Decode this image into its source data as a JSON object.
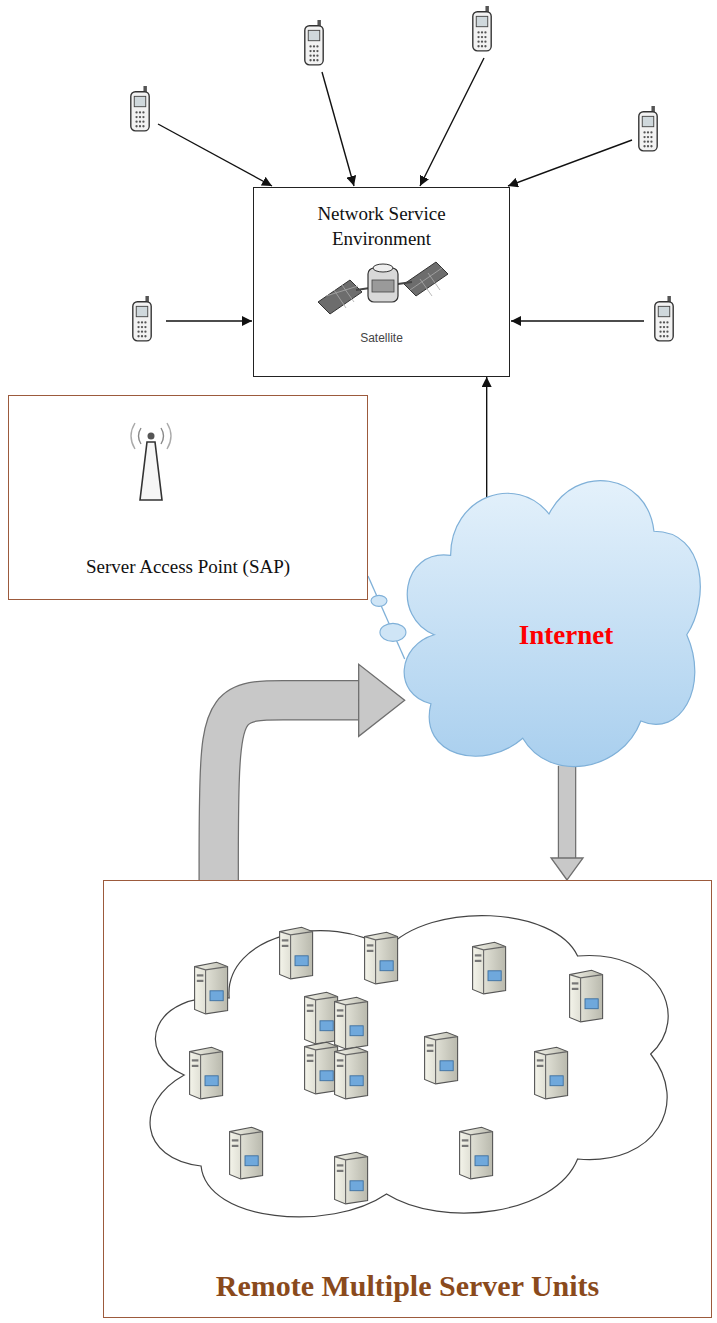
{
  "diagram": {
    "nodes": [
      {
        "text": [
          "Network Service Environment",
          "Satellite"
        ]
      },
      {
        "text": [
          "Server Access Point (SAP)"
        ]
      },
      {
        "text": [
          "Internet"
        ]
      },
      {
        "text": [
          "Remote Multiple Server Units"
        ]
      }
    ],
    "edges": [
      {
        "from": 2,
        "to": 0,
        "arrow": "to"
      },
      {
        "from": 1,
        "to": 2,
        "arrow": "none"
      },
      {
        "from": 3,
        "to": 2,
        "arrow": "to"
      },
      {
        "from": 2,
        "to": 3,
        "arrow": "to"
      }
    ]
  }
}
